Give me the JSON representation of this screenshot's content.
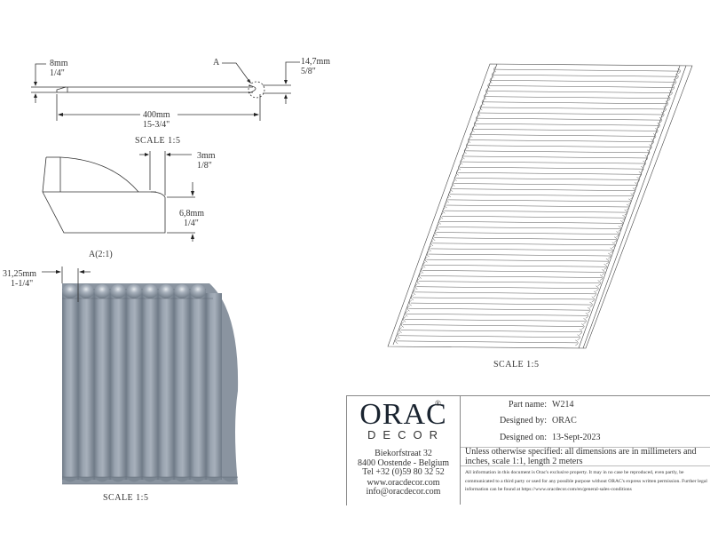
{
  "drawing": {
    "top_view": {
      "left_thickness": {
        "mm": "8mm",
        "inch": "1/4\""
      },
      "right_thickness": {
        "mm": "14,7mm",
        "inch": "5/8\""
      },
      "width": {
        "mm": "400mm",
        "inch": "15-3/4\""
      },
      "detail_marker": "A"
    },
    "section_view": {
      "scale": "SCALE  1:5",
      "groove_width": {
        "mm": "3mm",
        "inch": "1/8\""
      },
      "height": {
        "mm": "6,8mm",
        "inch": "1/4\""
      }
    },
    "detail_view": {
      "label": "A(2:1)",
      "pitch": {
        "mm": "31,25mm",
        "inch": "1-1/4\""
      },
      "scale": "SCALE  1:5",
      "fill_color": "#8c96a2",
      "rib_count": 10
    },
    "iso_view": {
      "scale": "SCALE  1:5",
      "rib_count": 52
    }
  },
  "title_block": {
    "logo": {
      "brand": "ORAC",
      "registered": "®",
      "sub": "DECOR"
    },
    "address": {
      "street": "Biekorfstraat 32",
      "city": "8400 Oostende - Belgium",
      "phone": "Tel  +32 (0)59 80 32 52",
      "web": "www.oracdecor.com",
      "email": "info@oracdecor.com"
    },
    "fields": [
      {
        "key": "Part name:",
        "value": "W214"
      },
      {
        "key": "Designed by:",
        "value": "ORAC"
      },
      {
        "key": "Designed on:",
        "value": "13-Sept-2023"
      }
    ],
    "note": "Unless otherwise specified: all dimensions are in millimeters and inches, scale 1:1, length 2 meters",
    "legal": "All information in this document is Orac's exclusive property.  It may in no case be reproduced, even partly, be communicated to a third party or used for any possible purpose without ORAC's express written permission. Further legal information can be found at https://www.oracdecor.com/en/general-sales-conditions"
  }
}
